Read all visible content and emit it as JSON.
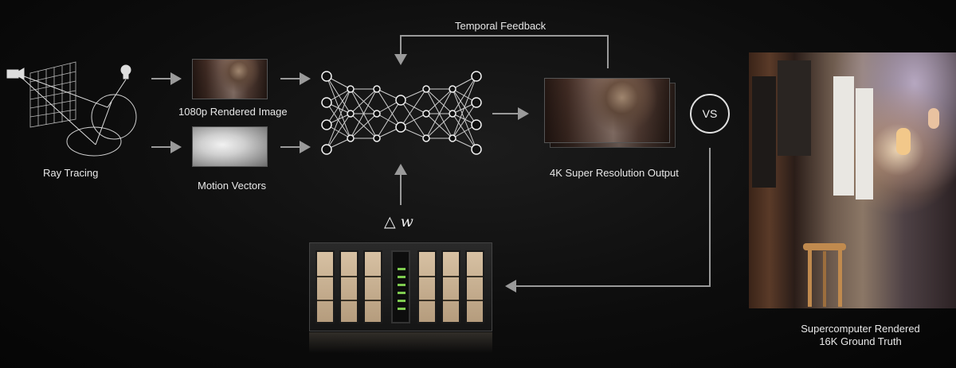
{
  "labels": {
    "ray_tracing": "Ray Tracing",
    "rendered_image": "1080p Rendered Image",
    "motion_vectors": "Motion Vectors",
    "temporal_feedback": "Temporal Feedback",
    "output": "4K Super Resolution Output",
    "vs": "VS",
    "delta_w": "△ w",
    "ground_truth_line1": "Supercomputer Rendered",
    "ground_truth_line2": "16K Ground Truth"
  },
  "colors": {
    "arrow": "#9a9a9a",
    "node": "#f0f0f0",
    "background": "#0d0d0d"
  }
}
